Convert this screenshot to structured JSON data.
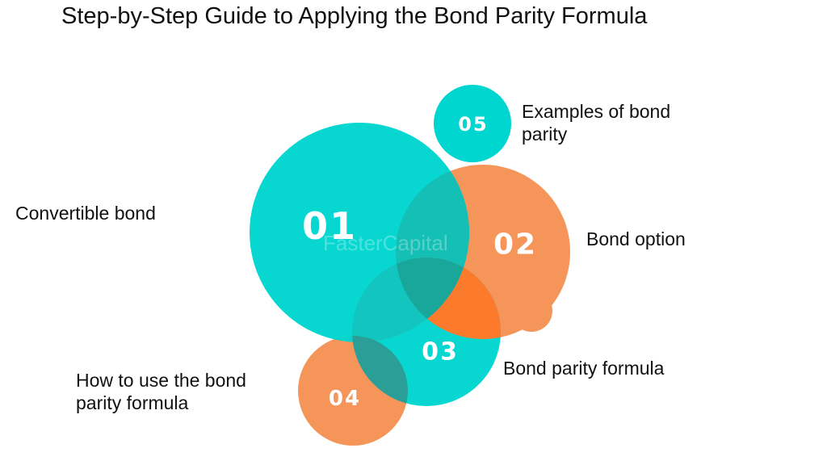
{
  "title": "Step-by-Step Guide to Applying the Bond Parity Formula",
  "colors": {
    "teal": "#00d6d0",
    "orange": "#f5955a",
    "overlap_orange": "#fb7a2b",
    "text": "#111111",
    "number_text": "#ffffff"
  },
  "steps": [
    {
      "number": "01",
      "label": "Convertible bond",
      "color": "teal"
    },
    {
      "number": "02",
      "label": "Bond option",
      "color": "orange"
    },
    {
      "number": "03",
      "label": "Bond parity formula",
      "color": "teal"
    },
    {
      "number": "04",
      "label_line1": "How to use the bond",
      "label_line2": "parity formula",
      "color": "orange"
    },
    {
      "number": "05",
      "label_line1": "Examples of bond",
      "label_line2": "parity",
      "color": "teal"
    }
  ],
  "watermark": "FasterCapital"
}
